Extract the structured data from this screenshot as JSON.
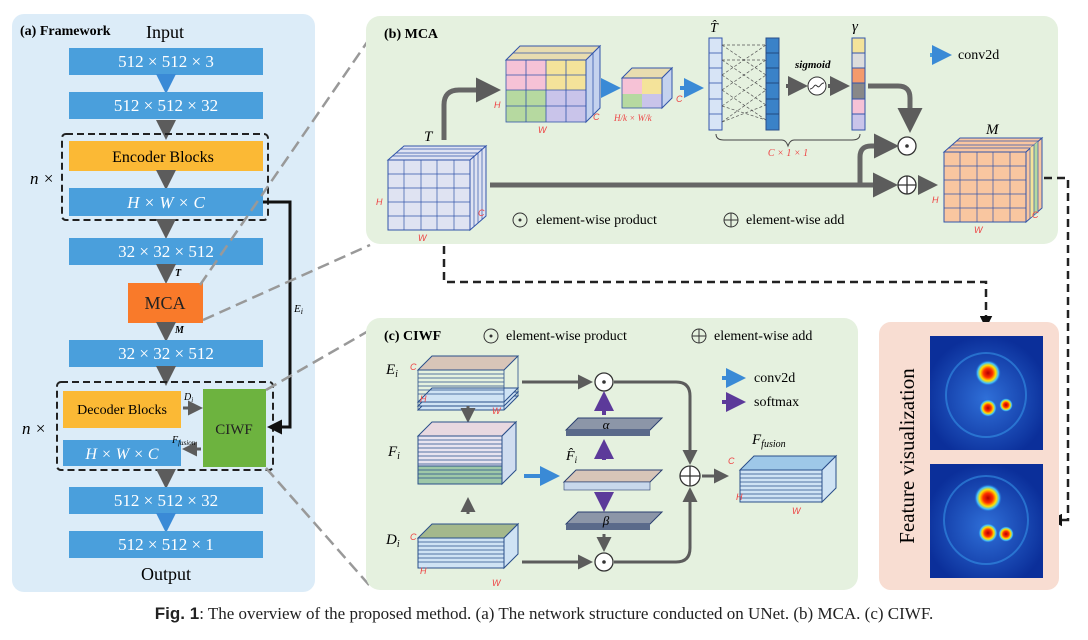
{
  "framework": {
    "title": "(a) Framework",
    "input": "Input",
    "output": "Output",
    "boxes": [
      "512 × 512 × 3",
      "512 × 512 × 32",
      "Encoder Blocks",
      "H × W × C",
      "32 × 32 × 512",
      "MCA",
      "32 × 32 × 512",
      "Decoder Blocks",
      "H × W × C",
      "CIWF",
      "512 × 512 × 32",
      "512 × 512 × 1"
    ],
    "n_label": "n ×",
    "t_label": "T",
    "m_label": "M",
    "e_label": "E",
    "e_sub": "i",
    "d_label": "D",
    "d_sub": "i",
    "f_label": "F",
    "f_sub": "fusion"
  },
  "mca": {
    "title": "(b) MCA",
    "t": "T",
    "t_hat": "T̂",
    "gamma": "γ",
    "m": "M",
    "sigmoid": "sigmoid",
    "dims_small": "H/k × W/k",
    "dims_vec": "C × 1 × 1",
    "legend_conv": "conv2d",
    "legend_product": "element-wise product",
    "legend_add": "element-wise add",
    "h": "H",
    "w": "W",
    "c": "C"
  },
  "ciwf": {
    "title": "(c) CIWF",
    "legend_product": "element-wise product",
    "legend_add": "element-wise add",
    "legend_conv": "conv2d",
    "legend_softmax": "softmax",
    "e": "E",
    "e_sub": "i",
    "f": "F",
    "f_sub": "i",
    "d": "D",
    "d_sub": "i",
    "alpha": "α",
    "beta": "β",
    "f_hat": "F̂",
    "f_hat_sub": "i",
    "f_fusion": "F",
    "f_fusion_sub": "fusion",
    "h": "H",
    "w": "W",
    "c": "C"
  },
  "feature": {
    "title": "Feature visualization"
  },
  "caption": {
    "fig": "Fig. 1",
    "text": ": The overview of the proposed method. (a) The network structure conducted on UNet. (b) MCA. (c) CIWF."
  },
  "colors": {
    "blue_box": "#4a9fdc",
    "orange_box": "#fbb935",
    "mca_box": "#f97a2a",
    "ciwf_box": "#6db33f",
    "panel_a": "#dcecf8",
    "panel_bc": "#e5f1df",
    "panel_feat": "#f8ddd2",
    "arrow_grey": "#5c5c5c",
    "arrow_blue": "#3a8ad6",
    "arrow_purple": "#5c3a9a"
  }
}
